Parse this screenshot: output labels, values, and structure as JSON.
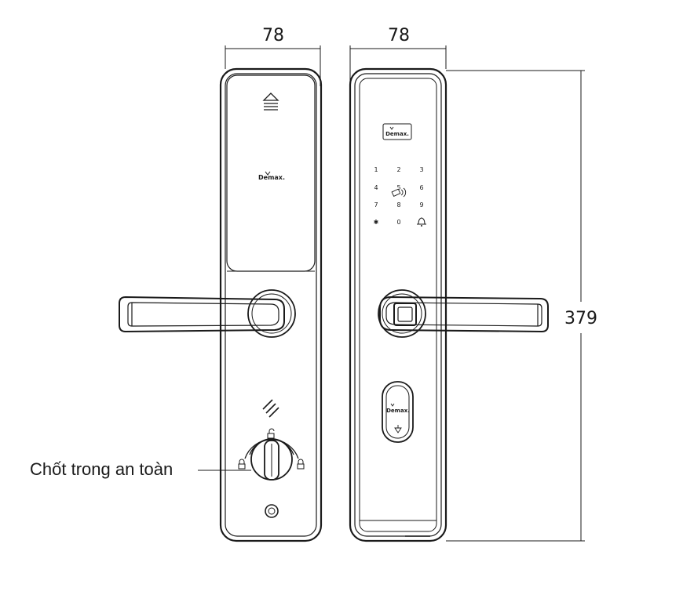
{
  "dimensions": {
    "width_back": "78",
    "width_front": "78",
    "height": "379"
  },
  "brand": {
    "back_panel": "Demax.",
    "front_panel": "Demax.",
    "front_badge": "Demax."
  },
  "keypad": {
    "keys": [
      "1",
      "2",
      "3",
      "4",
      "5",
      "6",
      "7",
      "8",
      "9",
      "✱",
      "0",
      "🔔"
    ]
  },
  "callout": {
    "safety_latch": "Chốt trong an toàn"
  },
  "colors": {
    "line": "#1a1a1a",
    "background": "#ffffff"
  },
  "icons": [
    "eject-icon",
    "nfc-card-icon",
    "bell-icon",
    "lock-icon",
    "unlock-icon",
    "fingerprint-sensor-icon",
    "key-arrow-icon"
  ]
}
